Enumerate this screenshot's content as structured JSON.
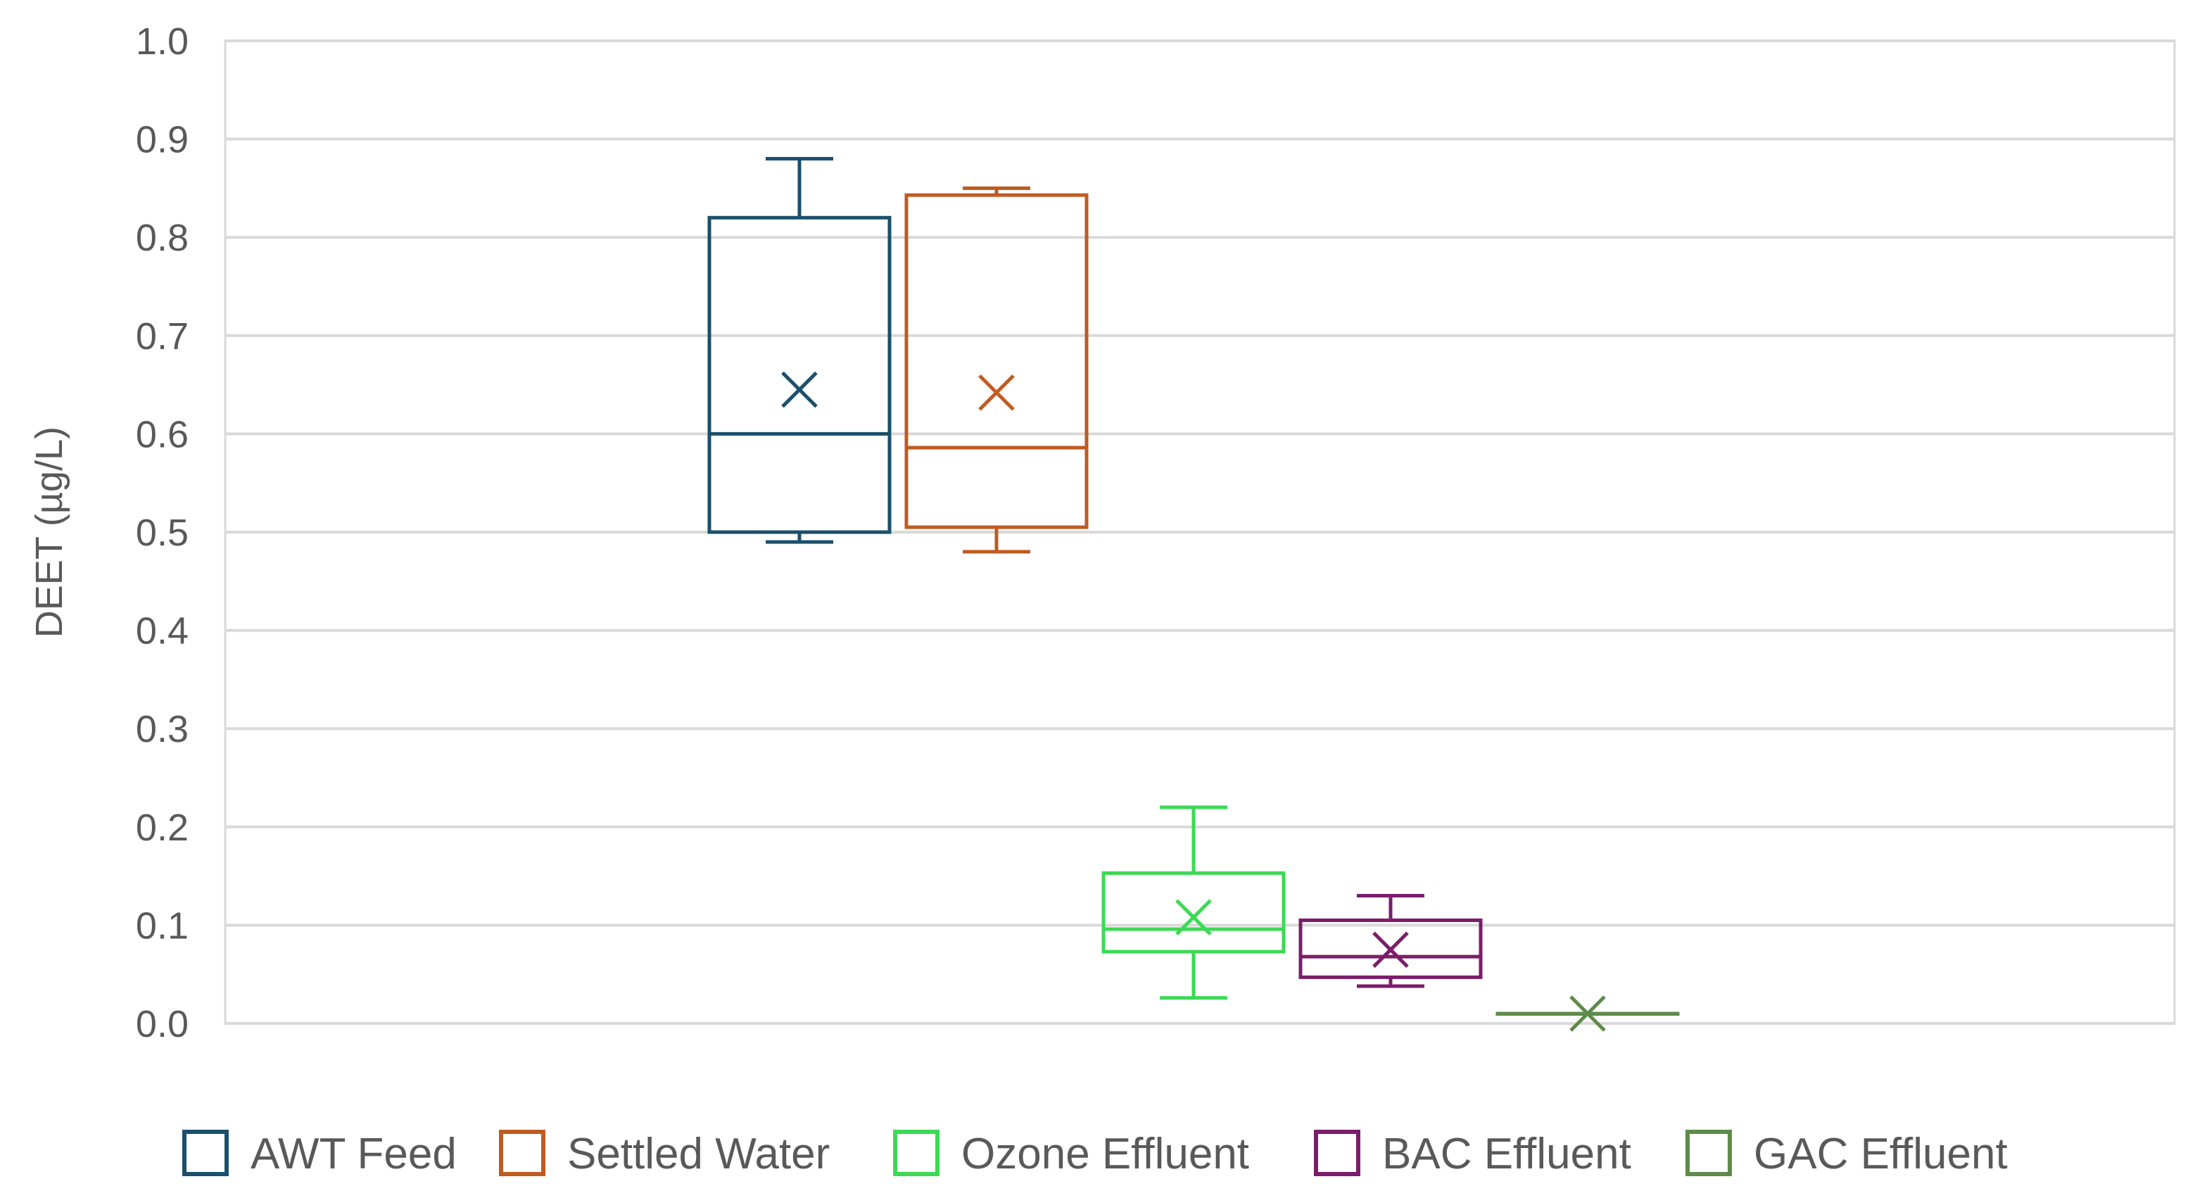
{
  "chart_data": {
    "type": "box",
    "title": "",
    "xlabel": "",
    "ylabel": "DEET (µg/L)",
    "ylim": [
      0,
      1.0
    ],
    "y_ticks": [
      "1.0",
      "0.9",
      "0.8",
      "0.7",
      "0.6",
      "0.5",
      "0.4",
      "0.3",
      "0.2",
      "0.1",
      "0.0"
    ],
    "grid": true,
    "legend_position": "bottom",
    "series": [
      {
        "name": "AWT Feed",
        "color": "#1B4F6B",
        "min": 0.49,
        "q1": 0.5,
        "median": 0.6,
        "q3": 0.82,
        "max": 0.88,
        "mean": 0.645
      },
      {
        "name": "Settled Water",
        "color": "#BF5B21",
        "min": 0.48,
        "q1": 0.505,
        "median": 0.586,
        "q3": 0.843,
        "max": 0.85,
        "mean": 0.642
      },
      {
        "name": "Ozone Effluent",
        "color": "#3DD955",
        "min": 0.026,
        "q1": 0.073,
        "median": 0.096,
        "q3": 0.153,
        "max": 0.22,
        "mean": 0.108
      },
      {
        "name": "BAC Effluent",
        "color": "#7B1D6B",
        "min": 0.038,
        "q1": 0.047,
        "median": 0.068,
        "q3": 0.105,
        "max": 0.13,
        "mean": 0.075
      },
      {
        "name": "GAC Effluent",
        "color": "#5E8A4A",
        "min": 0.01,
        "q1": 0.01,
        "median": 0.01,
        "q3": 0.01,
        "max": 0.01,
        "mean": 0.01
      }
    ]
  }
}
